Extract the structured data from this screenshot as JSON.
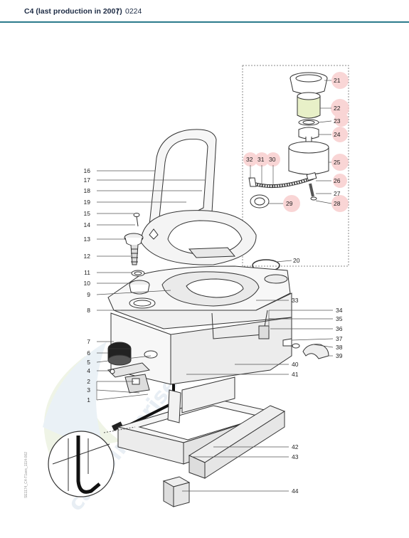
{
  "header": {
    "title": "C4 (last production in 2007)",
    "separator": "|",
    "code": "0224"
  },
  "watermark": "campingpriser.dk",
  "side_code": "SE1174_C4-T1avs_1114-002",
  "colors": {
    "header_rule": "#2c7a8c",
    "callout_highlight": "#f7c8c8",
    "line": "#333333"
  },
  "part_labels": [
    "1",
    "2",
    "3",
    "4",
    "5",
    "6",
    "7",
    "8",
    "9",
    "10",
    "11",
    "12",
    "13",
    "14",
    "15",
    "16",
    "17",
    "18",
    "19",
    "20",
    "21",
    "22",
    "23",
    "24",
    "25",
    "26",
    "27",
    "28",
    "29",
    "30",
    "31",
    "32",
    "33",
    "34",
    "35",
    "36",
    "37",
    "38",
    "39",
    "40",
    "41",
    "42",
    "43",
    "44"
  ]
}
